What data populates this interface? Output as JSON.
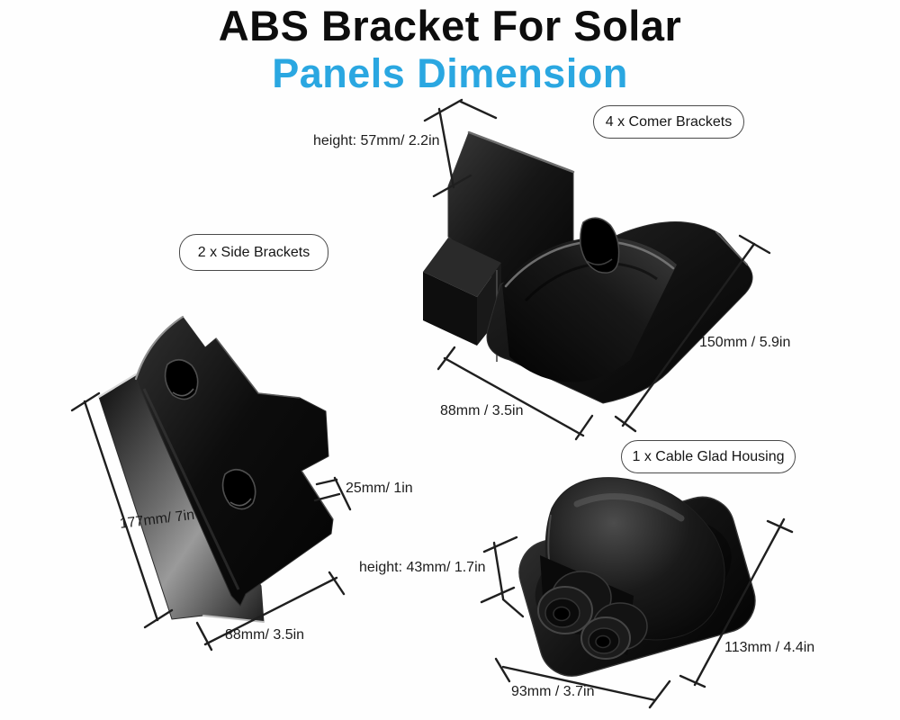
{
  "title": {
    "line1": "ABS Bracket For Solar",
    "line2": "Panels Dimension"
  },
  "colors": {
    "accent_blue": "#2aa7e1",
    "title_black": "#0d0d0d",
    "product_black": "#0c0c0c",
    "annotation_line": "#1f1f1f"
  },
  "products": [
    {
      "name": "corner-bracket",
      "label": "4 x Comer Brackets",
      "dimensions": {
        "height": "height: 57mm/ 2.2in",
        "length": "150mm / 5.9in",
        "width": "88mm / 3.5in"
      }
    },
    {
      "name": "side-bracket",
      "label": "2 x Side Brackets",
      "dimensions": {
        "tab": "25mm/ 1in",
        "length": "177mm/ 7in",
        "width": "88mm/ 3.5in"
      }
    },
    {
      "name": "cable-gland-housing",
      "label": "1 x Cable Glad Housing",
      "dimensions": {
        "height": "height: 43mm/ 1.7in",
        "length": "113mm / 4.4in",
        "width": "93mm / 3.7in"
      }
    }
  ]
}
